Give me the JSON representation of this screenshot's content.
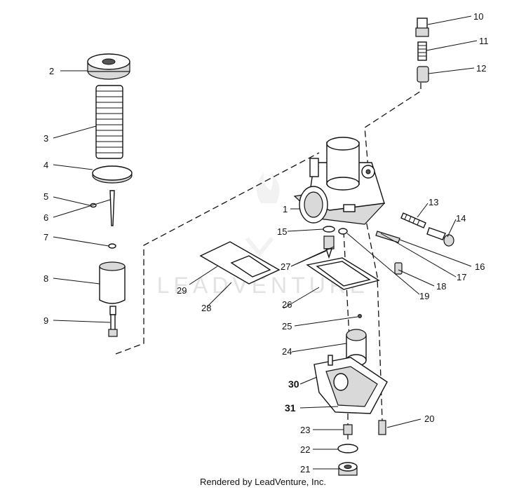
{
  "watermark": "LEADVENTURE",
  "footer": "Rendered by LeadVenture, Inc.",
  "callouts": {
    "c1": "1",
    "c2": "2",
    "c3": "3",
    "c4": "4",
    "c5": "5",
    "c6": "6",
    "c7": "7",
    "c8": "8",
    "c9": "9",
    "c10": "10",
    "c11": "11",
    "c12": "12",
    "c13": "13",
    "c14": "14",
    "c15": "15",
    "c16": "16",
    "c17": "17",
    "c18": "18",
    "c19": "19",
    "c20": "20",
    "c21": "21",
    "c22": "22",
    "c23": "23",
    "c24": "24",
    "c25": "25",
    "c26": "26",
    "c27": "27",
    "c28": "28",
    "c29": "29",
    "c30": "30",
    "c31": "31"
  }
}
